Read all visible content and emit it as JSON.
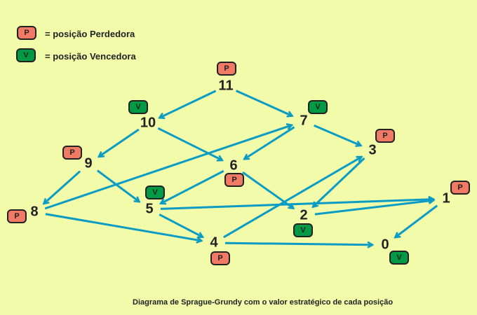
{
  "legend": [
    {
      "badge": "P",
      "label": "= posição Perdedora",
      "color": "#f07a64"
    },
    {
      "badge": "V",
      "label": "= posição Vencedora",
      "color": "#009a44"
    }
  ],
  "colors": {
    "edge": "#0a9cc4",
    "lose": "#f07a64",
    "win": "#009a44"
  },
  "nodes": [
    {
      "id": "11",
      "type": "P"
    },
    {
      "id": "10",
      "type": "V"
    },
    {
      "id": "7",
      "type": "V"
    },
    {
      "id": "9",
      "type": "P"
    },
    {
      "id": "6",
      "type": "P"
    },
    {
      "id": "3",
      "type": "P"
    },
    {
      "id": "5",
      "type": "V"
    },
    {
      "id": "8",
      "type": "P"
    },
    {
      "id": "2",
      "type": "V"
    },
    {
      "id": "1",
      "type": "P"
    },
    {
      "id": "4",
      "type": "P"
    },
    {
      "id": "0",
      "type": "V"
    }
  ],
  "edges": [
    [
      "11",
      "10"
    ],
    [
      "11",
      "7"
    ],
    [
      "10",
      "9"
    ],
    [
      "10",
      "6"
    ],
    [
      "7",
      "6"
    ],
    [
      "7",
      "3"
    ],
    [
      "9",
      "8"
    ],
    [
      "9",
      "5"
    ],
    [
      "6",
      "5"
    ],
    [
      "6",
      "2"
    ],
    [
      "3",
      "2"
    ],
    [
      "8",
      "7"
    ],
    [
      "8",
      "4"
    ],
    [
      "5",
      "1"
    ],
    [
      "5",
      "4"
    ],
    [
      "4",
      "3"
    ],
    [
      "4",
      "0"
    ],
    [
      "2",
      "1"
    ],
    [
      "1",
      "0"
    ]
  ],
  "caption": "Diagrama de Sprague-Grundy com o valor estratégico de cada posição"
}
